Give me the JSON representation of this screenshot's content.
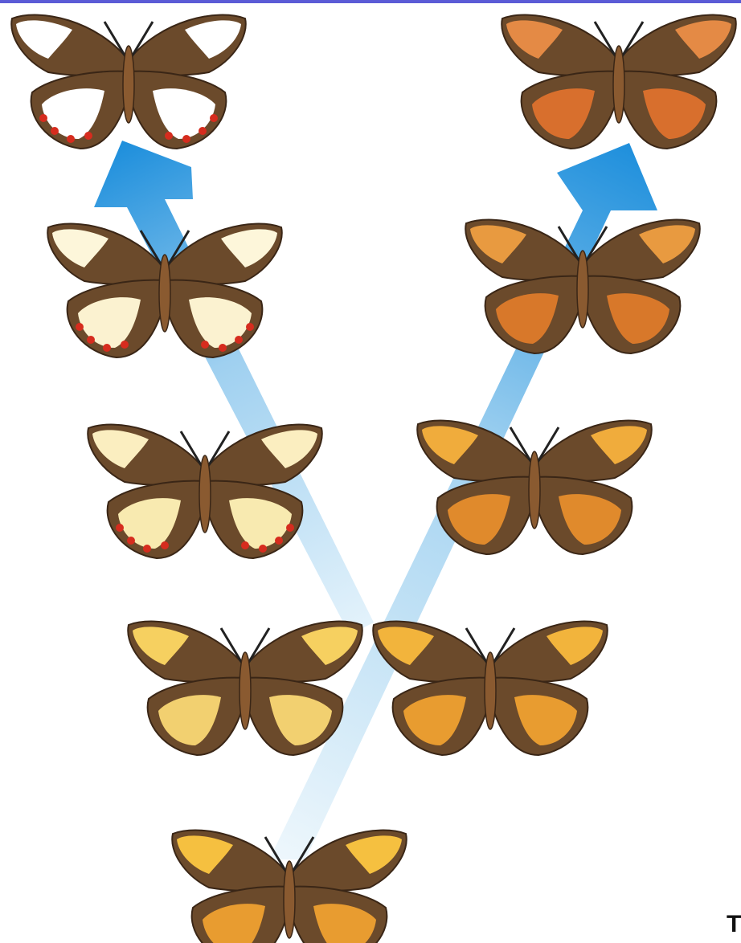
{
  "diagram": {
    "corner_text": "T",
    "colors": {
      "top_bar": "#5b5bd6",
      "arrow_light": "#bfe1f5",
      "arrow_dark": "#1e90dd",
      "wing_dark": "#6b4a2b",
      "body": "#8a5a30"
    },
    "lineages": [
      {
        "name": "left-lineage",
        "butterflies": [
          {
            "stage": 5,
            "hind": "#f0b84a",
            "fore": "#f5c040",
            "spots": false
          },
          {
            "stage": 4,
            "hind": "#f2d070",
            "fore": "#f6d060",
            "spots": false
          },
          {
            "stage": 3,
            "hind": "#f8eab0",
            "fore": "#fbeec0",
            "spots": true
          },
          {
            "stage": 2,
            "hind": "#fbf2d0",
            "fore": "#fdf6da",
            "spots": true
          },
          {
            "stage": 1,
            "hind": "#ffffff",
            "fore": "#ffffff",
            "spots": true
          }
        ]
      },
      {
        "name": "right-lineage",
        "butterflies": [
          {
            "stage": 4,
            "hind": "#e89c30",
            "fore": "#f2b43c",
            "spots": false
          },
          {
            "stage": 3,
            "hind": "#e08a2c",
            "fore": "#f0ac3c",
            "spots": false
          },
          {
            "stage": 2,
            "hind": "#d8782a",
            "fore": "#e89a40",
            "spots": false
          },
          {
            "stage": 1,
            "hind": "#d86f2d",
            "fore": "#e48a45",
            "spots": false
          }
        ]
      }
    ],
    "ancestor": {
      "hind": "#e89c30",
      "fore": "#f5c040",
      "spots": false
    }
  }
}
